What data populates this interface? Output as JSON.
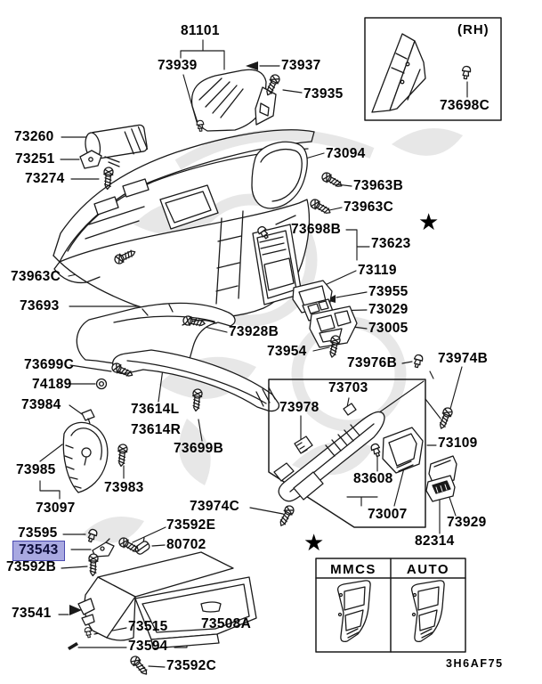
{
  "diagram_code": "3H6AF75",
  "rh_label": "(RH)",
  "stars": [
    "★",
    "★"
  ],
  "table": {
    "headers": [
      "MMCS",
      "AUTO"
    ]
  },
  "colors": {
    "line": "#1a1a1a",
    "highlight_fill": "#a9a9e1",
    "highlight_border": "#4b4bb0",
    "watermark": "#d4d4d4"
  },
  "highlighted_part": "73543",
  "parts": [
    "81101",
    "73939",
    "73937",
    "73935",
    "73698C",
    "73260",
    "73251",
    "73274",
    "73094",
    "73963B",
    "73963C",
    "73698B",
    "73623",
    "73119",
    "73955",
    "73029",
    "73005",
    "73963C",
    "73693",
    "73928B",
    "73954",
    "73699C",
    "74189",
    "73984",
    "73614L",
    "73614R",
    "73699B",
    "73985",
    "73983",
    "73097",
    "73595",
    "73543",
    "73592B",
    "73974C",
    "73592E",
    "80702",
    "73541",
    "73515",
    "73508A",
    "73594",
    "73592C",
    "73976B",
    "73974B",
    "73703",
    "73978",
    "73109",
    "83608",
    "73007",
    "73929",
    "82314"
  ]
}
